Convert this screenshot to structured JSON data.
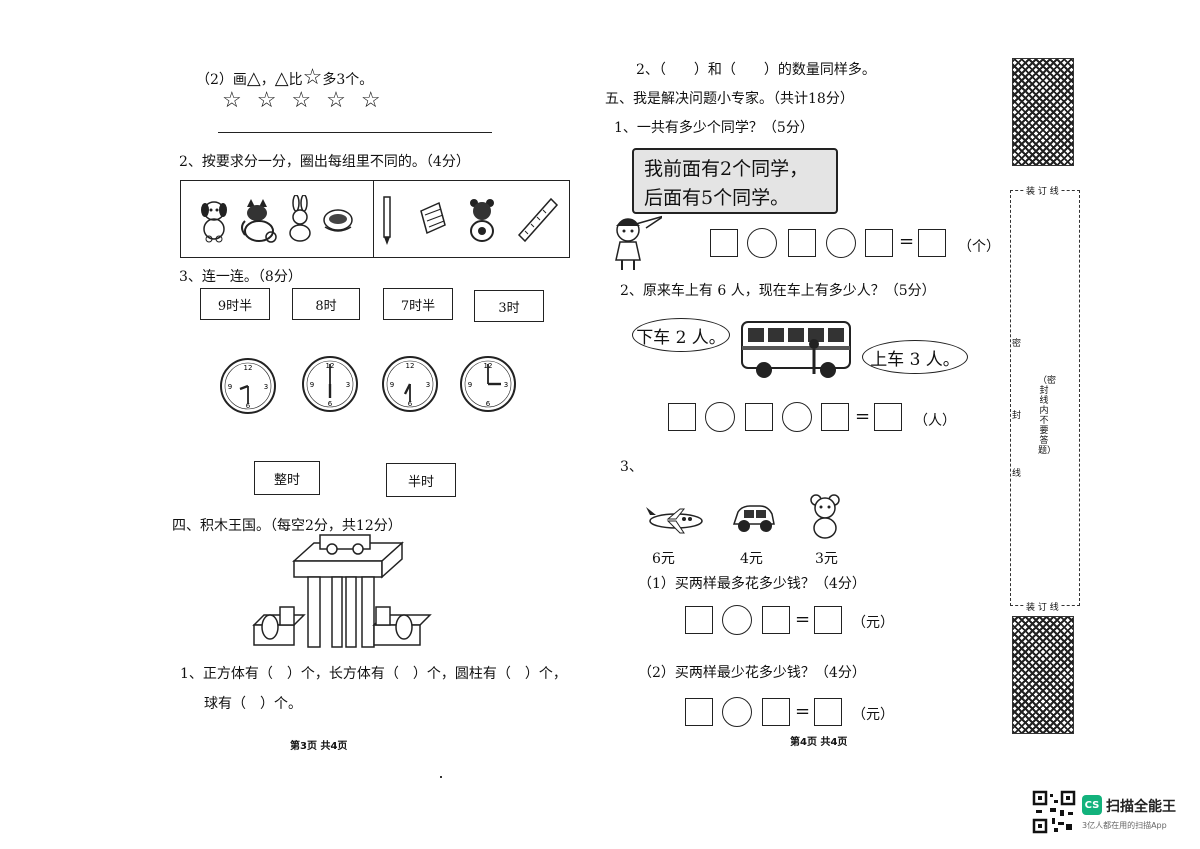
{
  "left": {
    "q2_2_prefix": "（2）画",
    "q2_2_triangle1": "△",
    "q2_2_sep": "，",
    "q2_2_triangle2": "△",
    "q2_2_mid": "比",
    "q2_2_star": "☆",
    "q2_2_suffix": "多3个。",
    "stars": "☆ ☆ ☆ ☆ ☆",
    "q2": "2、按要求分一分，圈出每组里不同的。（4分）",
    "q3": "3、连一连。（8分）",
    "times": [
      "9时半",
      "8时",
      "7时半",
      "3时"
    ],
    "labels": [
      "整时",
      "半时"
    ],
    "sec4": "四、积木王国。（每空2分，共12分）",
    "q4_1a": "1、正方体有（　）个，长方体有（　）个，圆柱有（　）个，",
    "q4_1b": "球有（　）个。",
    "footer": "第3页 共4页"
  },
  "right": {
    "q2_top": "2、（　　）和（　　）的数量同样多。",
    "sec5": "五、我是解决问题小专家。（共计18分）",
    "q1": "1、一共有多少个同学？（5分）",
    "bubble1_line1": "我前面有2个同学，",
    "bubble1_line2": "后面有5个同学。",
    "unit1": "（个）",
    "q2": "2、原来车上有 6 人，现在车上有多少人？（5分）",
    "bubble_down": "下车 2 人。",
    "bubble_up": "上车 3 人。",
    "unit2": "（人）",
    "q3": "3、",
    "prices": [
      "6元",
      "4元",
      "3元"
    ],
    "q3_1": "（1）买两样最多花多少钱？（4分）",
    "q3_2": "（2）买两样最少花多少钱？（4分）",
    "unit3": "（元）",
    "eq": "=",
    "footer": "第4页 共4页"
  },
  "margin": {
    "top": "装 订 线",
    "mi": "密",
    "feng": "封",
    "xian": "线",
    "note": "（密封线内不要答题）",
    "bottom": "装 订 线"
  },
  "watermark": {
    "logo": "CS",
    "brand": "扫描全能王",
    "tagline": "3亿人都在用的扫描App"
  }
}
